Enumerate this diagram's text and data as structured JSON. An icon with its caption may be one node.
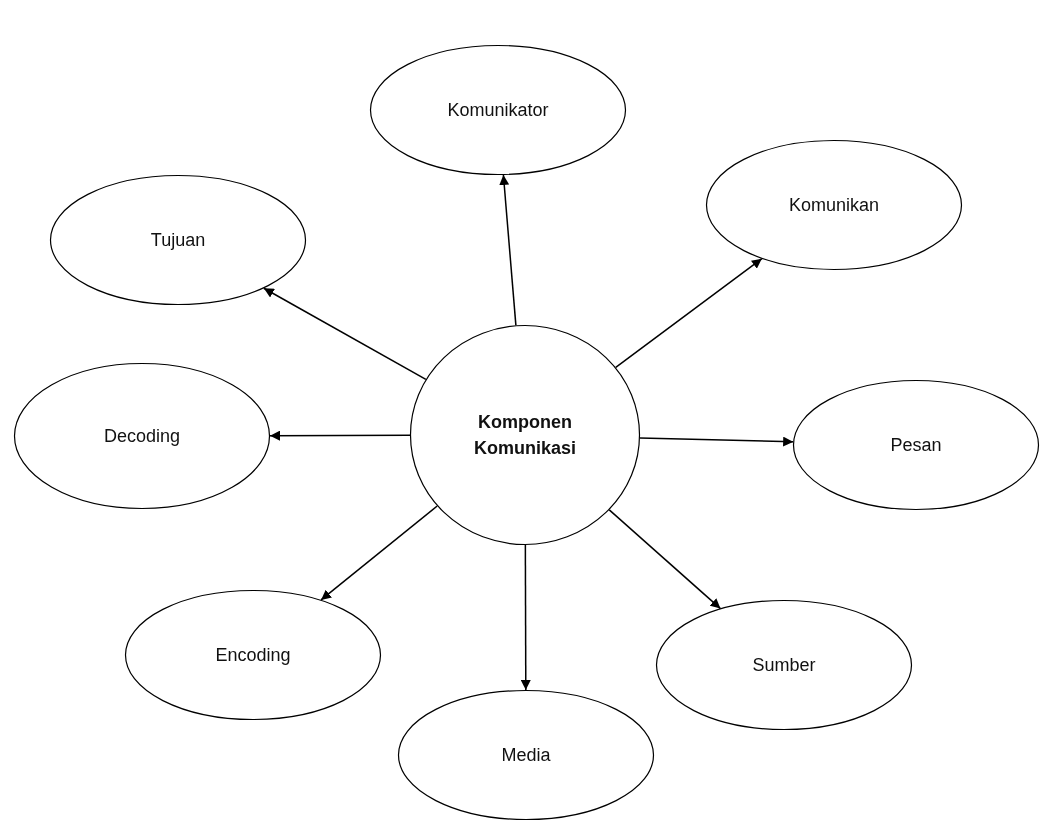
{
  "diagram": {
    "nodes": [
      {
        "text": [
          "Komponen Komunikasi"
        ]
      },
      {
        "text": [
          "Komunikator"
        ]
      },
      {
        "text": [
          "Komunikan"
        ]
      },
      {
        "text": [
          "Tujuan"
        ]
      },
      {
        "text": [
          "Decoding"
        ]
      },
      {
        "text": [
          "Pesan"
        ]
      },
      {
        "text": [
          "Encoding"
        ]
      },
      {
        "text": [
          "Sumber"
        ]
      },
      {
        "text": [
          "Media"
        ]
      }
    ],
    "edges": [
      {
        "from": 0,
        "to": 1,
        "arrow": "to"
      },
      {
        "from": 0,
        "to": 2,
        "arrow": "to"
      },
      {
        "from": 0,
        "to": 3,
        "arrow": "to"
      },
      {
        "from": 0,
        "to": 4,
        "arrow": "to"
      },
      {
        "from": 0,
        "to": 5,
        "arrow": "to"
      },
      {
        "from": 0,
        "to": 6,
        "arrow": "to"
      },
      {
        "from": 0,
        "to": 7,
        "arrow": "to"
      },
      {
        "from": 0,
        "to": 8,
        "arrow": "to"
      }
    ]
  }
}
